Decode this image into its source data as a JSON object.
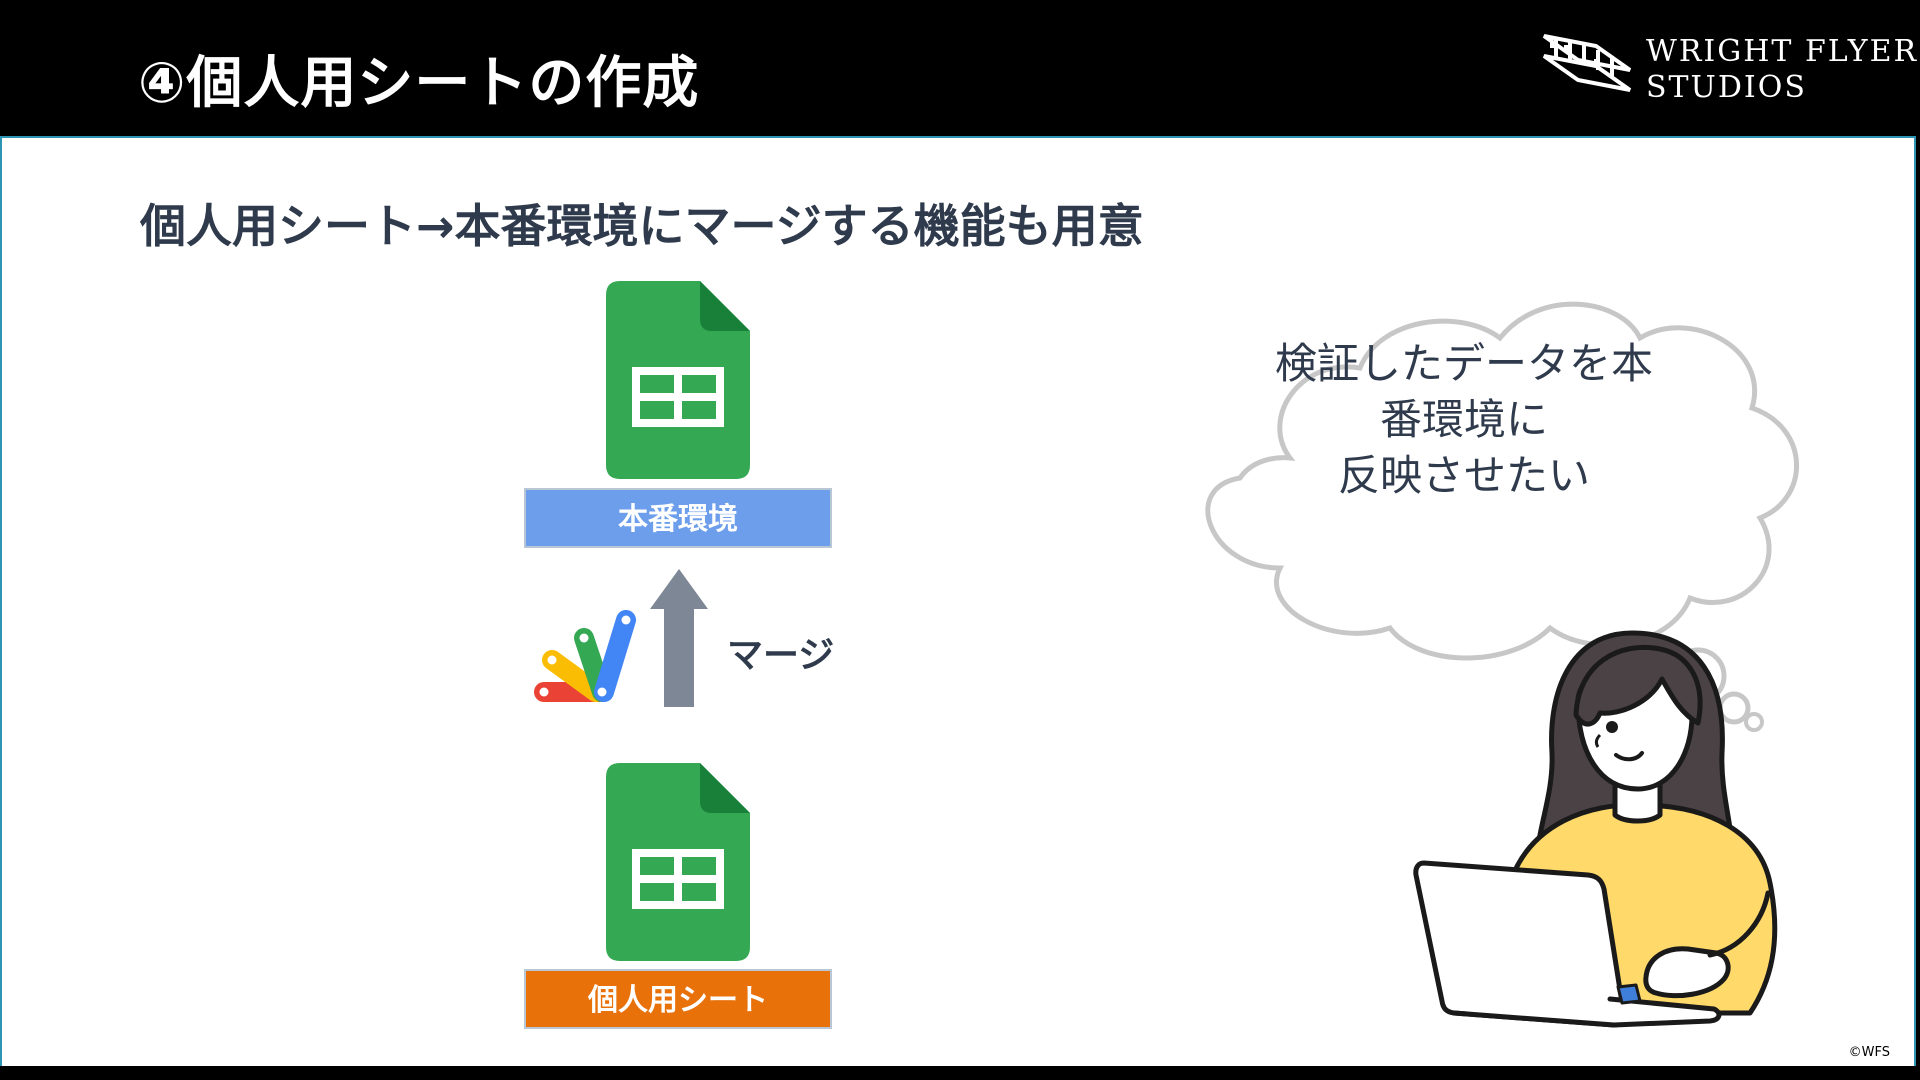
{
  "header": {
    "title": "④個人用シートの作成",
    "logo_line1": "WRIGHT FLYER",
    "logo_line2": "STUDIOS"
  },
  "main": {
    "subtitle": "個人用シート→本番環境にマージする機能も用意",
    "prod_label": "本番環境",
    "personal_label": "個人用シート",
    "merge_label": "マージ",
    "thought_lines": [
      "検証したデータを本",
      "番環境に",
      "反映させたい"
    ]
  },
  "footer": {
    "copyright": "©WFS"
  },
  "colors": {
    "sheets_green": "#34a853",
    "prod_blue": "#6d9eeb",
    "personal_orange": "#e8710a",
    "arrow_gray": "#7d8795",
    "text_navy": "#2f3b4c",
    "frame_teal": "#2d94b3"
  },
  "icons": [
    "sheets-icon",
    "up-arrow-icon",
    "apps-script-icon",
    "thought-cloud-icon",
    "woman-laptop-illustration"
  ]
}
